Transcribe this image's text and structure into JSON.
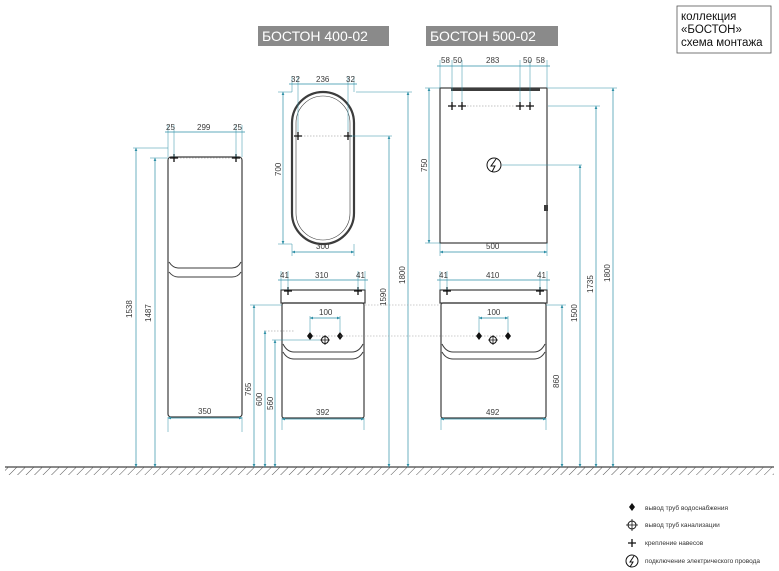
{
  "collection_box": {
    "line1": "коллекция",
    "line2": "«БОСТОН»",
    "line3": "схема монтажа"
  },
  "titles": {
    "model_400": "БОСТОН 400-02",
    "model_500": "БОСТОН 500-02"
  },
  "pencil_case": {
    "top_left": "25",
    "top_width": "299",
    "top_right": "25",
    "width": "350",
    "height_total": "1538",
    "height_mount": "1487"
  },
  "mirror_400": {
    "side_left": "32",
    "top_width": "236",
    "side_right": "32",
    "height": "700",
    "width": "300"
  },
  "cabinet_400": {
    "side_left": "41",
    "top_width": "310",
    "side_right": "41",
    "pipe_spacing": "100",
    "width": "392",
    "h_765": "765",
    "h_600": "600",
    "h_560": "560",
    "h_1590": "1590",
    "h_1800": "1800"
  },
  "mirror_500": {
    "s1": "58",
    "s2": "50",
    "top_width": "283",
    "s3": "50",
    "s4": "58",
    "height": "750",
    "width": "500"
  },
  "cabinet_500": {
    "side_left": "41",
    "top_width": "410",
    "side_right": "41",
    "pipe_spacing": "100",
    "width": "492",
    "h_860": "860",
    "h_1500": "1500",
    "h_1735": "1735",
    "h_1800": "1800"
  },
  "legend": {
    "water": "вывод труб водоснабжения",
    "sewer": "вывод труб канализации",
    "hinge": "крепление навесов",
    "electric": "подключение электрического провода"
  },
  "colors": {
    "dimension_line": "#2e8fa6",
    "outline": "#3c3c3c",
    "title_bg": "#8a8a8a"
  }
}
